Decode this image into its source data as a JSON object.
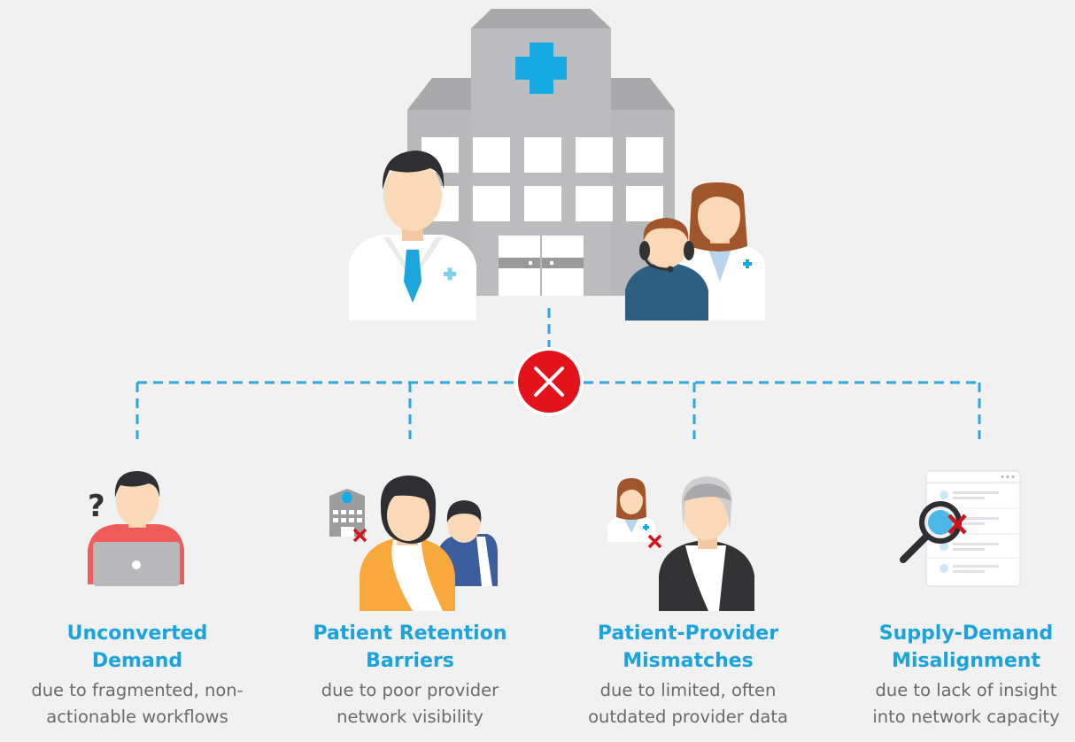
{
  "colors": {
    "accent_blue": "#1aa3dd",
    "error_red": "#e3121b",
    "building_gray": "#b8b8bb",
    "background": "#f1f1f1",
    "text_gray": "#6a6a6a"
  },
  "items": [
    {
      "title_line1": "Unconverted",
      "title_line2": "Demand",
      "desc_line1": "due to fragmented, non-",
      "desc_line2": "actionable workflows",
      "icon": "person-laptop-question-icon"
    },
    {
      "title_line1": "Patient Retention",
      "title_line2": "Barriers",
      "desc_line1": "due to poor provider",
      "desc_line2": "network visibility",
      "icon": "patients-hospital-x-icon"
    },
    {
      "title_line1": "Patient-Provider",
      "title_line2": "Mismatches",
      "desc_line1": "due to limited, often",
      "desc_line2": "outdated provider data",
      "icon": "elder-doctor-x-icon"
    },
    {
      "title_line1": "Supply-Demand",
      "title_line2": "Misalignment",
      "desc_line1": "due to lack of insight",
      "desc_line2": "into network capacity",
      "icon": "directory-magnifier-x-icon"
    }
  ]
}
